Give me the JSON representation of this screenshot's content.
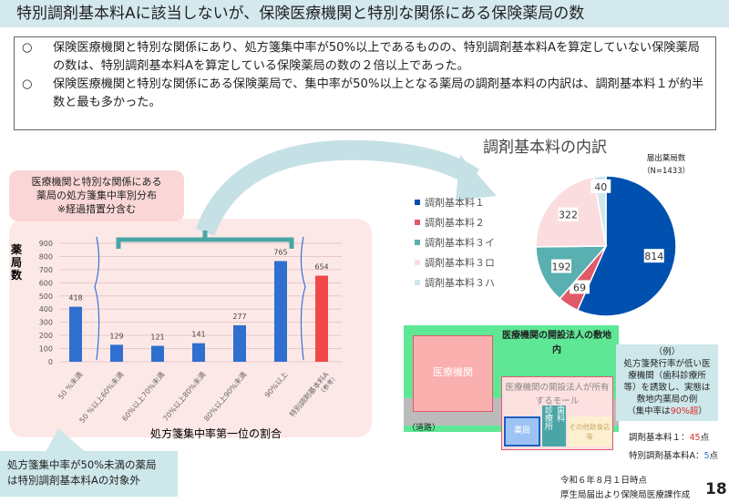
{
  "header": {
    "title": "特別調剤基本料Aに該当しないが、保険医療機関と特別な関係にある保険薬局の数"
  },
  "summary": {
    "bullet": "○",
    "items": [
      "保険医療機関と特別な関係にあり、処方箋集中率が50%以上であるものの、特別調剤基本料Aを算定していない保険薬局の数は、特別調剤基本料Aを算定している保険薬局の数の２倍以上であった。",
      "保険医療機関と特別な関係にある保険薬局で、集中率が50%以上となる薬局の調剤基本料の内訳は、調剤基本料１が約半数と最も多かった。"
    ]
  },
  "callout": {
    "lines": [
      "医療機関と特別な関係にある",
      "薬局の処方箋集中率別分布",
      "※経過措置分含む"
    ]
  },
  "note": {
    "lines": [
      "処方箋集中率が50%未満の薬局",
      "は特別調剤基本料Aの対象外"
    ]
  },
  "chart_data": [
    {
      "type": "bar",
      "ylabel": "薬局数",
      "xlabel": "処方箋集中率第一位の割合",
      "ylim": [
        0,
        900
      ],
      "yticks": [
        0,
        100,
        200,
        300,
        400,
        500,
        600,
        700,
        800,
        900
      ],
      "grid": true,
      "categories": [
        "50 %未満",
        "50 %以上60%未満",
        "60%以上70%未満",
        "70%以上80%未満",
        "80%以上90%未満",
        "90%以上",
        "特別調剤基本料A"
      ],
      "category_note": "（参考）",
      "values": [
        418,
        129,
        121,
        141,
        277,
        765,
        654
      ],
      "colors": [
        "#2f6fcf",
        "#2f6fcf",
        "#2f6fcf",
        "#2f6fcf",
        "#2f6fcf",
        "#2f6fcf",
        "#f04848"
      ]
    },
    {
      "type": "pie",
      "title": "調剤基本料の内訳",
      "note": [
        "届出薬局数",
        "（N=1433）"
      ],
      "legend": "left",
      "labels": [
        "調剤基本料１",
        "調剤基本料２",
        "調剤基本料３イ",
        "調剤基本料３ロ",
        "調剤基本料３ハ"
      ],
      "values": [
        814,
        69,
        192,
        322,
        40
      ],
      "colors": [
        "#0050b0",
        "#e05a6a",
        "#5aafb0",
        "#fbdde0",
        "#cfe8ee"
      ]
    }
  ],
  "diagram": {
    "site": "医療機関の開設法人の敷地内",
    "hospital": "医療機関",
    "mall": "医療機関の開設法人が所有するモール",
    "pharmacy": "薬局",
    "clinic": "診療所",
    "dental": "歯科",
    "other": "その他飲食店等",
    "road": "（道路）",
    "example": [
      "（例）",
      "処方箋発行率が低い医",
      "療機関（歯科診療所",
      "等）を誘致し、実態は",
      "敷地内薬局の例"
    ],
    "example_last_pre": "（集中率は",
    "example_last_hl": "90%超",
    "example_last_post": "）",
    "fee1_label": "調剤基本料１：",
    "fee1_value": "45",
    "feeA_label": "特別調剤基本料A：",
    "feeA_value": "5",
    "unit": "点"
  },
  "footer": {
    "line1": "令和６年８月１日時点",
    "line2": "厚生局届出より保険局医療課作成",
    "page": "18"
  }
}
